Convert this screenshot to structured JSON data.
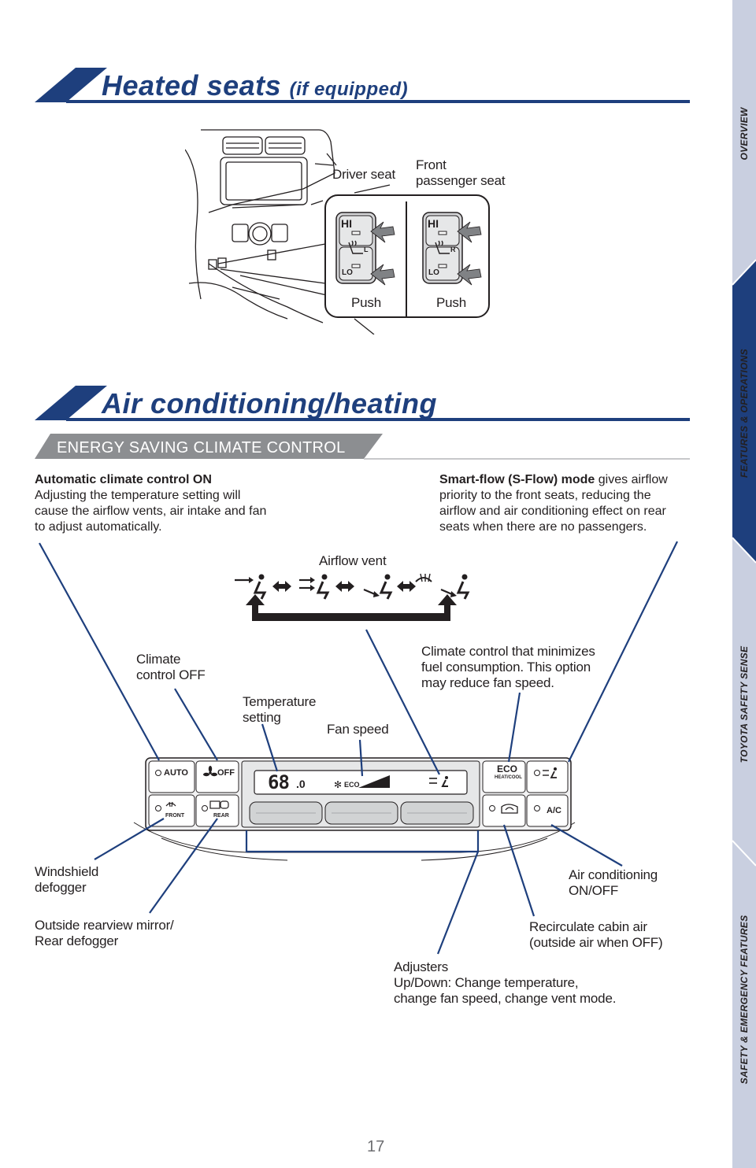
{
  "sidebar": {
    "tabs": [
      {
        "label": "OVERVIEW"
      },
      {
        "label": "FEATURES & OPERATIONS"
      },
      {
        "label": "TOYOTA SAFETY SENSE"
      },
      {
        "label": "SAFETY & EMERGENCY FEATURES"
      }
    ],
    "active_tab_color": "#1e3f7d",
    "inactive_tab_color": "#c9cfe0"
  },
  "heated_seats": {
    "title": "Heated seats",
    "title_suffix": "(if equipped)",
    "labels": {
      "driver_seat": "Driver seat",
      "front_passenger_seat": "Front\npassenger seat",
      "push_left": "Push",
      "push_right": "Push",
      "hi_left": "HI",
      "lo_left": "LO",
      "hi_right": "HI",
      "lo_right": "LO",
      "side_left": "L",
      "side_right": "R"
    }
  },
  "air_conditioning": {
    "title": "Air conditioning/heating",
    "subsection": "ENERGY SAVING CLIMATE CONTROL",
    "auto_on_title": "Automatic climate control ON",
    "auto_on_text": "Adjusting the temperature setting will cause the airflow vents, air intake and fan to adjust automatically.",
    "sflow_title": "Smart-flow (S-Flow) mode",
    "sflow_text": " gives airflow priority to the front seats, reducing the airflow and air conditioning effect on rear seats when there are no passengers.",
    "airflow_vent": "Airflow vent",
    "climate_off": "Climate\ncontrol OFF",
    "temperature_setting": "Temperature\nsetting",
    "fan_speed": "Fan speed",
    "eco_text": "Climate control that minimizes fuel consumption. This option may reduce fan speed.",
    "windshield_defogger": "Windshield\ndefogger",
    "rear_defogger": "Outside rearview mirror/\nRear defogger",
    "ac_onoff": "Air conditioning\nON/OFF",
    "recirculate": "Recirculate cabin air\n(outside air when OFF)",
    "adjusters": "Adjusters\nUp/Down: Change temperature,\nchange fan speed, change vent mode.",
    "panel": {
      "auto": "AUTO",
      "off": "OFF",
      "front": "FRONT",
      "rear": "REAR",
      "eco": "ECO",
      "heat_cool": "HEAT/COOL",
      "ac": "A/C",
      "display_temp": "68",
      "display_decimal": ".0",
      "display_eco": "ECO"
    }
  },
  "page_number": "17"
}
